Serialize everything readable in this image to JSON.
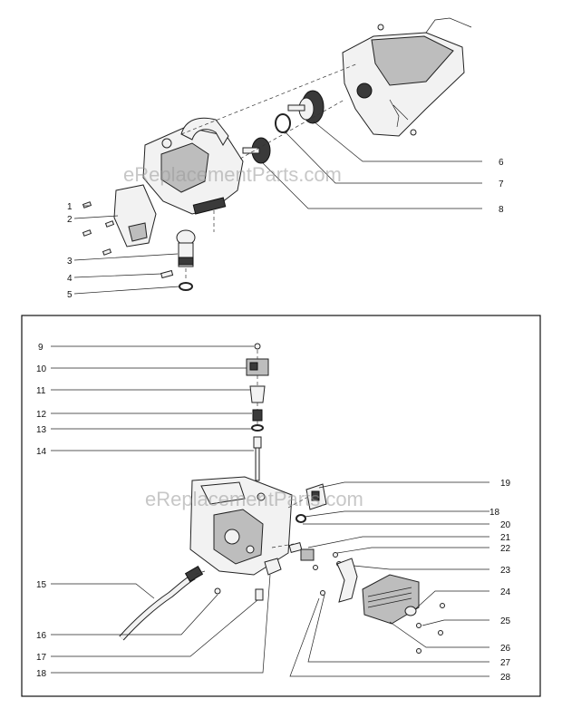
{
  "watermark": "eReplacementParts.com",
  "top_callouts": [
    "1",
    "2",
    "3",
    "4",
    "5",
    "6",
    "7",
    "8"
  ],
  "bottom_left_callouts": [
    "9",
    "10",
    "11",
    "12",
    "13",
    "14",
    "15",
    "16",
    "17",
    "18"
  ],
  "bottom_right_callouts": [
    "19",
    "18",
    "20",
    "21",
    "22",
    "23",
    "24",
    "25",
    "26",
    "27",
    "28"
  ]
}
